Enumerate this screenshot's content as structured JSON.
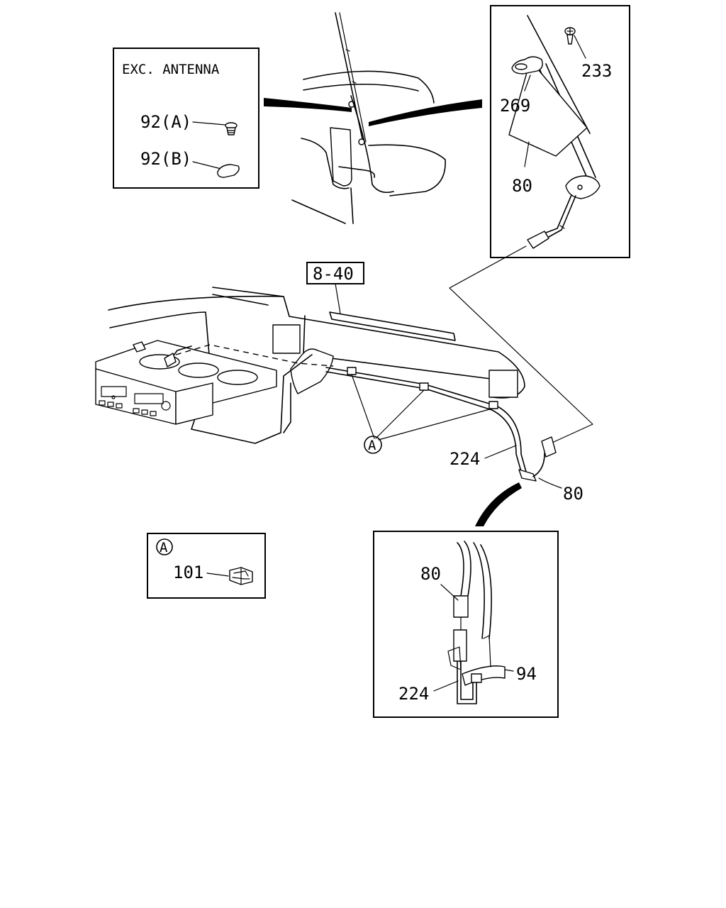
{
  "insets": {
    "exc_antenna": {
      "title": "EXC. ANTENNA",
      "label_92a": "92(A)",
      "label_92b": "92(B)"
    },
    "antenna_detail": {
      "label_233": "233",
      "label_269": "269",
      "label_80": "80"
    },
    "clip_detail": {
      "callout": "A",
      "label_101": "101"
    },
    "connector_detail": {
      "label_80": "80",
      "label_94": "94",
      "label_224": "224"
    }
  },
  "main": {
    "reference": "8-40",
    "callout": "A",
    "label_224": "224",
    "label_80": "80"
  }
}
